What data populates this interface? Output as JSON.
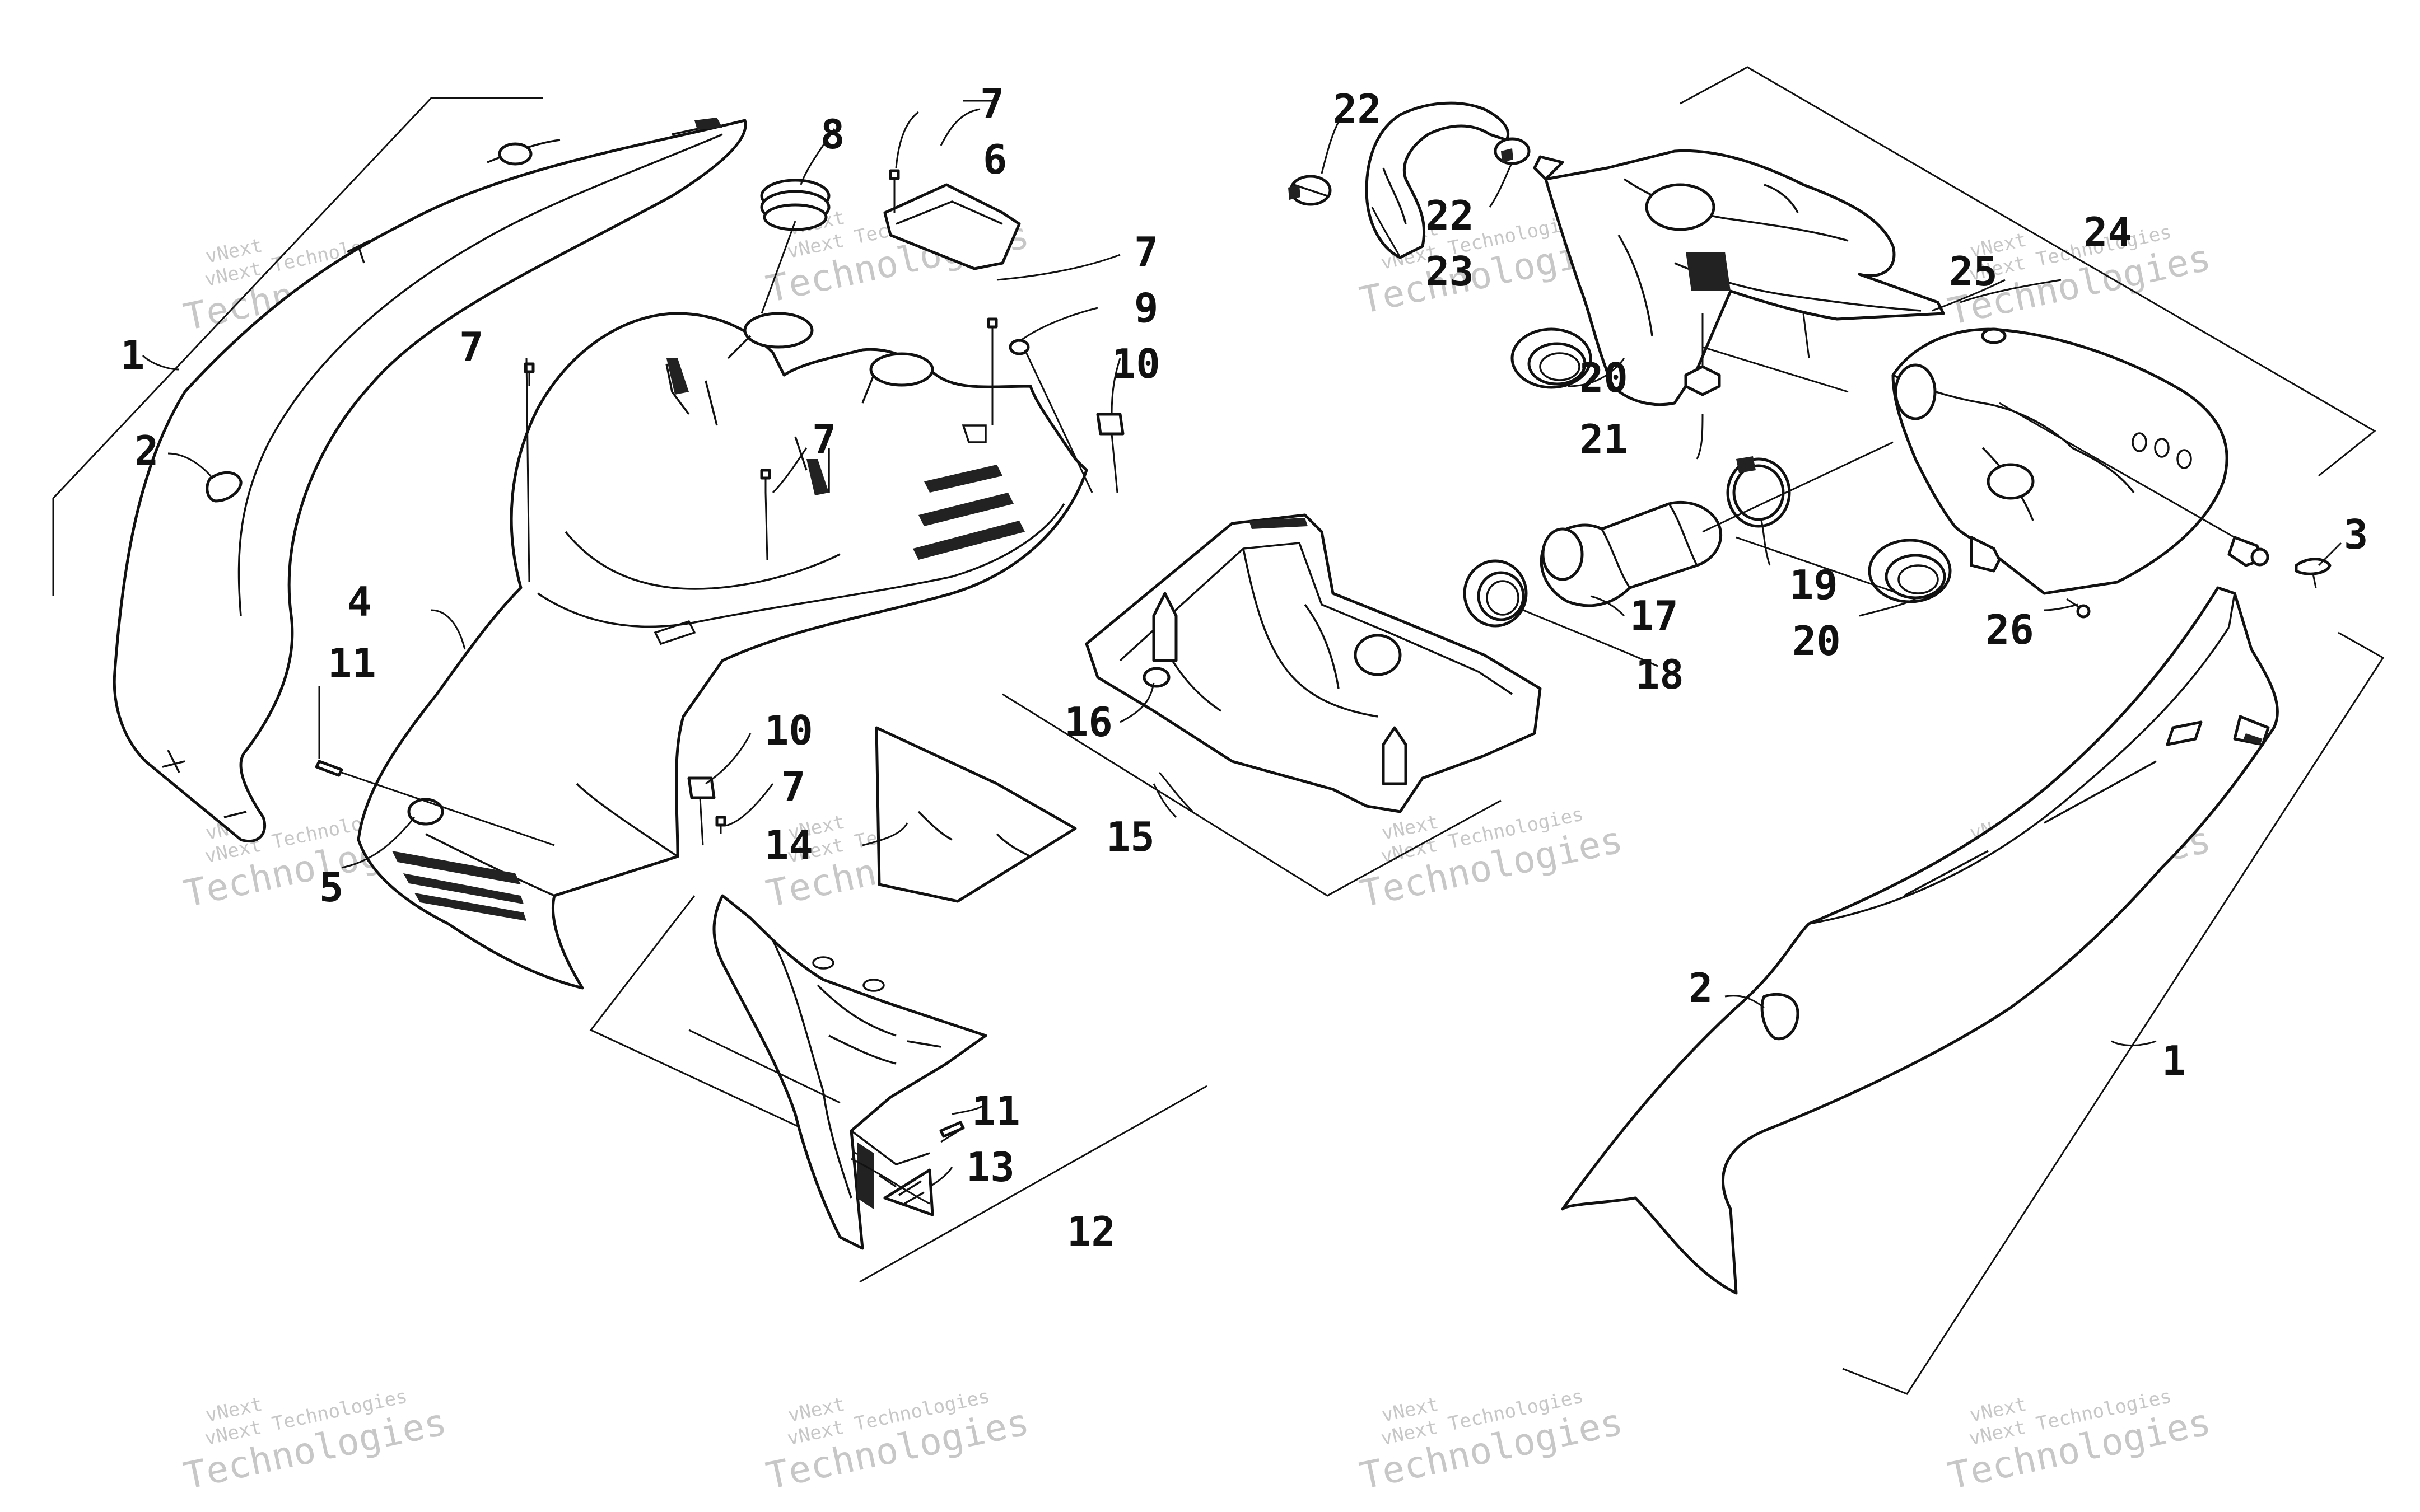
{
  "watermark": {
    "line1": "vNext Technologies",
    "line2": "vNext",
    "line3": "Technologies"
  },
  "callouts": [
    "1",
    "2",
    "3",
    "4",
    "5",
    "6",
    "7",
    "8",
    "9",
    "10",
    "11",
    "12",
    "13",
    "14",
    "15",
    "16",
    "17",
    "18",
    "19",
    "20",
    "21",
    "22",
    "23",
    "24",
    "25",
    "26"
  ]
}
